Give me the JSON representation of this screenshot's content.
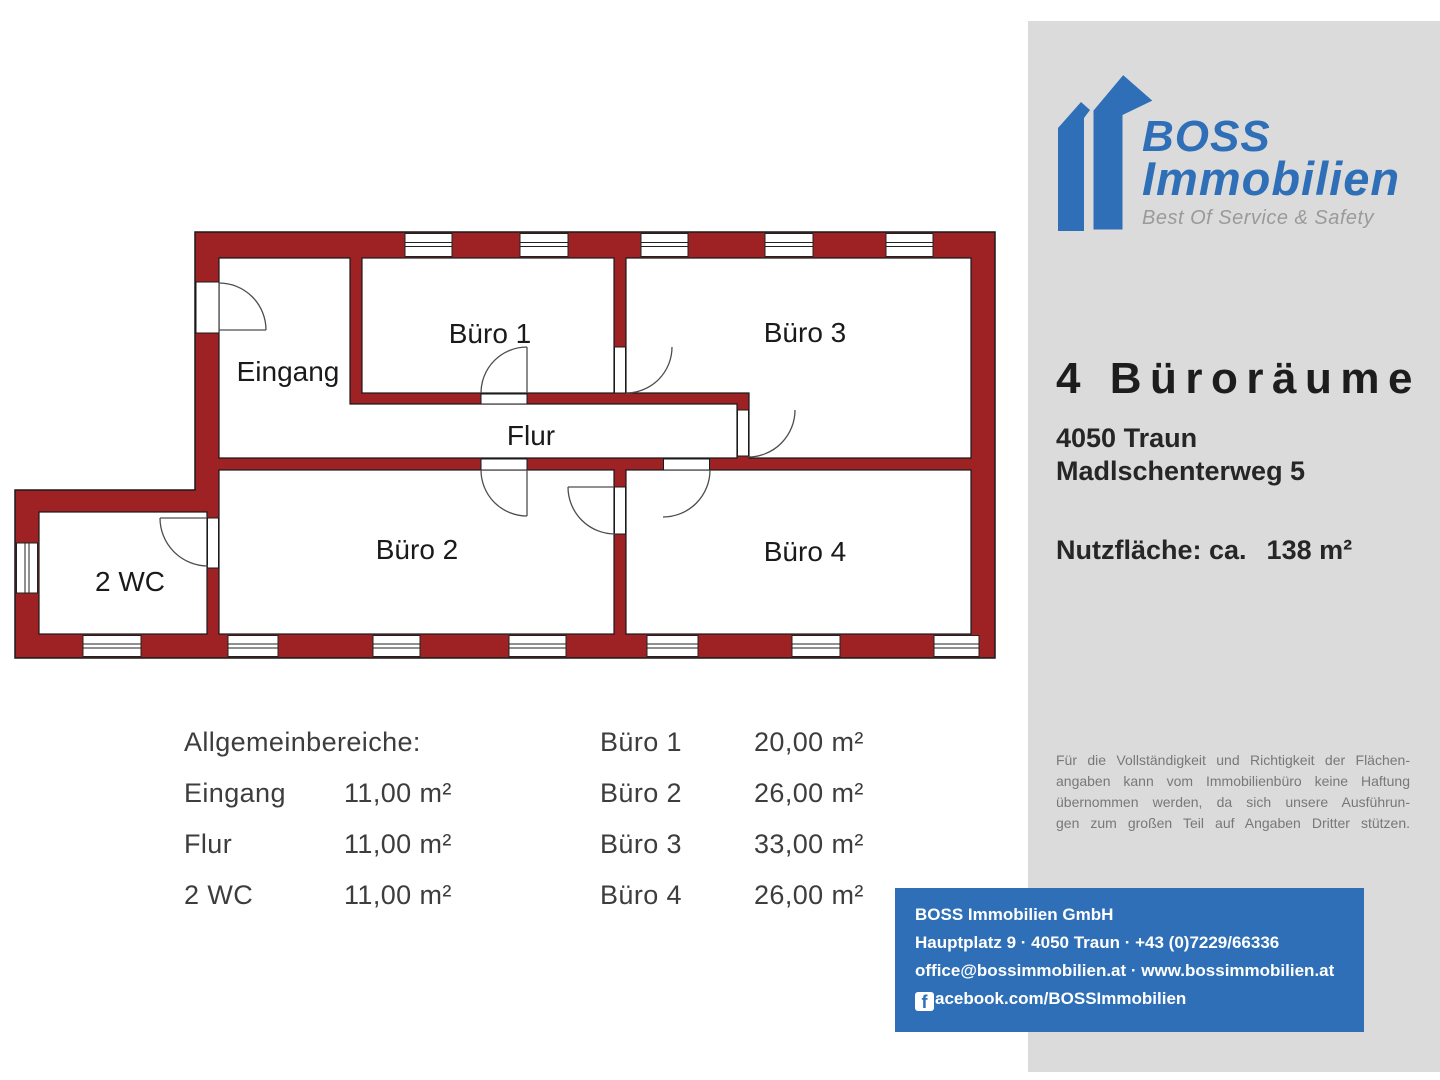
{
  "panel": {
    "logo": {
      "brand_line1": "BOSS",
      "brand_line2": "Immobilien",
      "slogan": "Best Of Service & Safety"
    },
    "title": "4 Büroräume",
    "address_line1": "4050 Traun",
    "address_line2": "Madlschenterweg 5",
    "area_label": "Nutzfläche: ca.",
    "area_value": "138 m²",
    "disclaimer_lines": [
      "Für die Vollständigkeit und Richtigkeit der Flächen-",
      "angaben kann vom Immobilienbüro keine Haftung",
      "übernommen werden, da sich unsere Ausführun-",
      "gen zum großen Teil auf Angaben Dritter stützen."
    ]
  },
  "contact": {
    "company": "BOSS Immobilien GmbH",
    "line2": "Hauptplatz 9  ·  4050 Traun  ·  +43 (0)7229/66336",
    "line3": "office@bossimmobilien.at ·  www.bossimmobilien.at",
    "facebook_icon_letter": "f",
    "facebook_handle": "acebook.com/BOSSImmobilien"
  },
  "plan": {
    "rooms": [
      {
        "name": "Eingang"
      },
      {
        "name": "Büro 1"
      },
      {
        "name": "Büro 3"
      },
      {
        "name": "Flur"
      },
      {
        "name": "Büro 2"
      },
      {
        "name": "Büro 4"
      },
      {
        "name": "2 WC"
      }
    ]
  },
  "areas": {
    "general_header": "Allgemeinbereiche:",
    "general": [
      {
        "label": "Eingang",
        "value": "11,00 m²"
      },
      {
        "label": "Flur",
        "value": "11,00 m²"
      },
      {
        "label": "2 WC",
        "value": "11,00 m²"
      }
    ],
    "offices": [
      {
        "label": "Büro 1",
        "value": "20,00 m²"
      },
      {
        "label": "Büro 2",
        "value": "26,00 m²"
      },
      {
        "label": "Büro 3",
        "value": "33,00 m²"
      },
      {
        "label": "Büro 4",
        "value": "26,00 m²"
      }
    ],
    "total_usable_area_m2": 138
  },
  "colors": {
    "wall_red": "#9e2124",
    "accent_blue": "#2e6fb7",
    "panel_gray": "#dbdbdb",
    "slogan_gray": "#9a9a9a",
    "disclaimer_gray": "#787878"
  }
}
